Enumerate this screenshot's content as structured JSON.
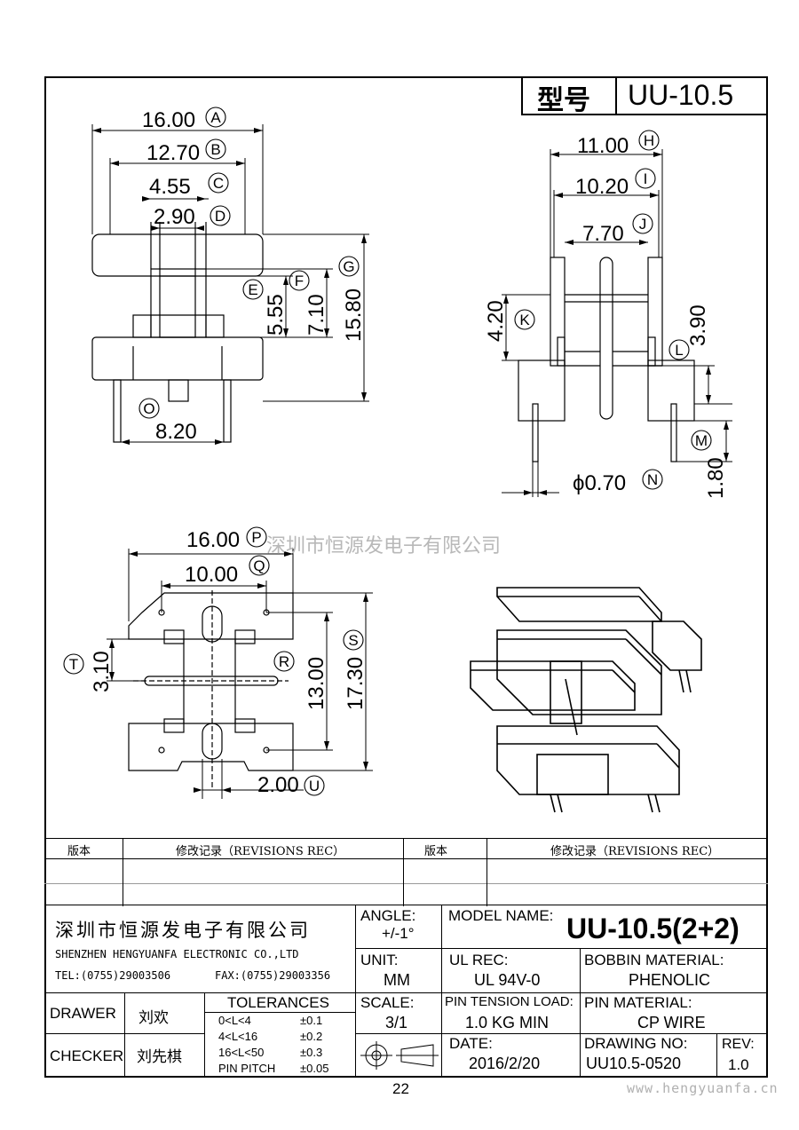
{
  "header": {
    "label": "型号",
    "model": "UU-10.5"
  },
  "dimensions": {
    "A": "16.00",
    "B": "12.70",
    "C": "4.55",
    "D": "2.90",
    "E": "5.55",
    "F": "7.10",
    "G": "15.80",
    "O": "8.20",
    "H": "11.00",
    "I": "10.20",
    "J": "7.70",
    "K": "4.20",
    "L": "3.90",
    "M": "1.80",
    "N": "ϕ0.70",
    "P": "16.00",
    "Q": "10.00",
    "R": "",
    "S": "17.30",
    "T": "3.10",
    "U": "2.00",
    "inner_S": "13.00"
  },
  "callouts": [
    "A",
    "B",
    "C",
    "D",
    "E",
    "F",
    "G",
    "H",
    "I",
    "J",
    "K",
    "L",
    "M",
    "N",
    "O",
    "P",
    "Q",
    "R",
    "S",
    "T",
    "U"
  ],
  "watermark": "深圳市恒源发电子有限公司",
  "revisions": {
    "col1": "版本",
    "col2": "修改记录（REVISIONS REC）",
    "col3": "版本",
    "col4": "修改记录（REVISIONS REC）"
  },
  "company": {
    "name_cn": "深圳市恒源发电子有限公司",
    "name_en": "SHENZHEN HENGYUANFA ELECTRONIC CO.,LTD",
    "tel": "TEL:(0755)29003506",
    "fax": "FAX:(0755)29003356"
  },
  "title_block": {
    "angle_label": "ANGLE:",
    "angle_value": "+/-1°",
    "model_label": "MODEL NAME:",
    "model_value": "UU-10.5(2+2)",
    "unit_label": "UNIT:",
    "unit_value": "MM",
    "ul_label": "UL REC:",
    "ul_value": "UL 94V-0",
    "bobbin_label": "BOBBIN MATERIAL:",
    "bobbin_value": "PHENOLIC",
    "scale_label": "SCALE:",
    "scale_value": "3/1",
    "pin_tension_label": "PIN TENSION LOAD:",
    "pin_tension_value": "1.0 KG MIN",
    "pin_material_label": "PIN MATERIAL:",
    "pin_material_value": "CP WIRE",
    "date_label": "DATE:",
    "date_value": "2016/2/20",
    "drawing_no_label": "DRAWING NO:",
    "drawing_no_value": "UU10.5-0520",
    "rev_label": "REV:",
    "rev_value": "1.0",
    "drawer_label": "DRAWER",
    "drawer_value": "刘欢",
    "checker_label": "CHECKER",
    "checker_value": "刘先棋",
    "tolerances_title": "TOLERANCES",
    "tolerances": [
      {
        "range": "0<L<4",
        "value": "±0.1"
      },
      {
        "range": "4<L<16",
        "value": "±0.2"
      },
      {
        "range": "16<L<50",
        "value": "±0.3"
      },
      {
        "range": "PIN PITCH",
        "value": "±0.05"
      }
    ]
  },
  "page_number": "22",
  "website": "www.hengyuanfa.cn"
}
